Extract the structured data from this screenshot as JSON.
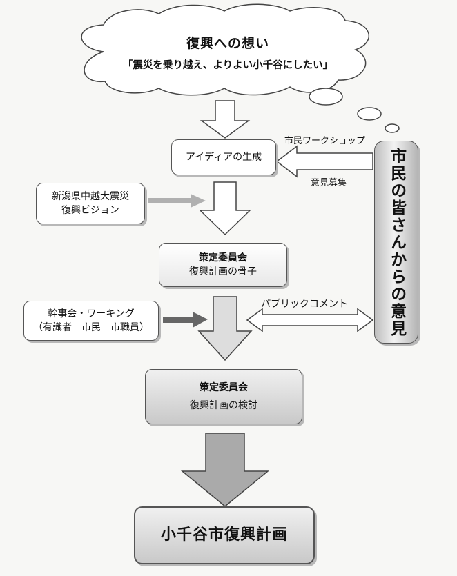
{
  "cloud": {
    "title": "復興への想い",
    "subtitle": "「震災を乗り越え、よりよい小千谷にしたい」"
  },
  "ideas_box": {
    "label": "アイディアの生成"
  },
  "niigata_box": {
    "line1": "新潟県中越大震災",
    "line2": "復興ビジョン"
  },
  "committee1": {
    "title": "策定委員会",
    "subtitle": "復興計画の骨子"
  },
  "working_box": {
    "line1": "幹事会・ワーキング",
    "line2": "（有識者　市民　市職員）"
  },
  "committee2": {
    "title": "策定委員会",
    "subtitle": "復興計画の検討"
  },
  "final_plan": {
    "label": "小千谷市復興計画"
  },
  "citizens_column": {
    "label": "市民の皆さんからの意見"
  },
  "labels": {
    "workshop": "市民ワークショップ",
    "opinion_call": "意見募集",
    "public_comment": "パブリックコメント"
  }
}
